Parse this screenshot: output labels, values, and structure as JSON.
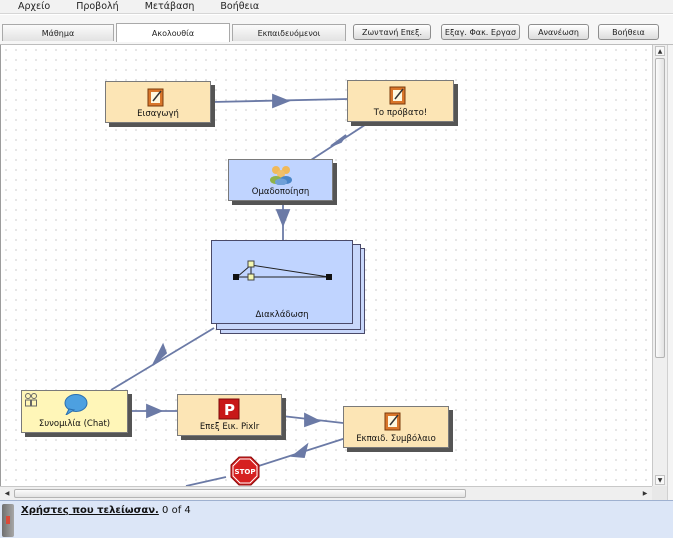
{
  "menu": [
    "Αρχείο",
    "Προβολή",
    "Μετάβαση",
    "Βοήθεια"
  ],
  "tabs": [
    {
      "label": "Μάθημα",
      "active": false
    },
    {
      "label": "Ακολουθία",
      "active": true
    },
    {
      "label": "Εκπαιδευόμενοι",
      "active": false
    }
  ],
  "buttons": [
    "Ζωντανή Επεξ.",
    "Εξαγ. Φακ. Εργασ",
    "Ανανέωση",
    "Βοήθεια"
  ],
  "nodes": {
    "intro": "Εισαγωγή",
    "problem": "Το πρόβατο!",
    "grouping": "Ομαδοποίηση",
    "branching": "Διακλάδωση",
    "chat": "Συνομιλία (Chat)",
    "pixlr": "Επεξ Εικ. Pixlr",
    "contract": "Εκπαιδ. Συμβόλαιο",
    "stop": "STOP"
  },
  "status": {
    "bold": "Χρήστες που τελείωσαν.",
    "count": " 0 of 4"
  },
  "colors": {
    "activity": "#fce5b5",
    "group": "#c0d4ff",
    "arrow": "#6b7aa6",
    "status_bg": "#dce6f7"
  }
}
